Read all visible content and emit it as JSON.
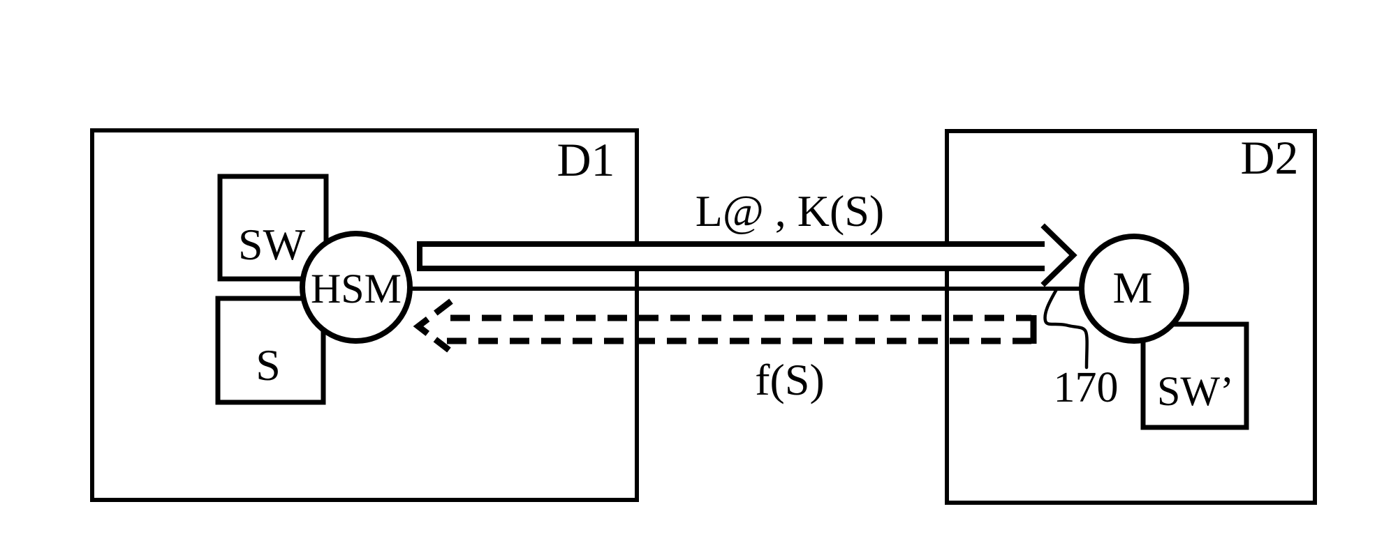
{
  "ink_color": "#000000",
  "background_color": "#ffffff",
  "devices": {
    "d1": {
      "label": "D1"
    },
    "d2": {
      "label": "D2"
    }
  },
  "components": {
    "sw": {
      "label": "SW",
      "inside": "D1"
    },
    "s": {
      "label": "S",
      "inside": "D1"
    },
    "hsm": {
      "label": "HSM",
      "inside": "D1",
      "shape": "circle"
    },
    "m": {
      "label": "M",
      "inside": "D2",
      "shape": "circle"
    },
    "sw_prime": {
      "label": "SW’",
      "inside": "D2"
    }
  },
  "messages": {
    "forward": {
      "label": "L@ , K(S)",
      "style": "solid-block-arrow",
      "direction": "right"
    },
    "response": {
      "label": "f(S)",
      "style": "dashed-block-arrow",
      "direction": "left"
    }
  },
  "link": {
    "style": "solid-line",
    "between": "HSM and M"
  },
  "reference_numerals": {
    "r170": {
      "label": "170"
    }
  }
}
